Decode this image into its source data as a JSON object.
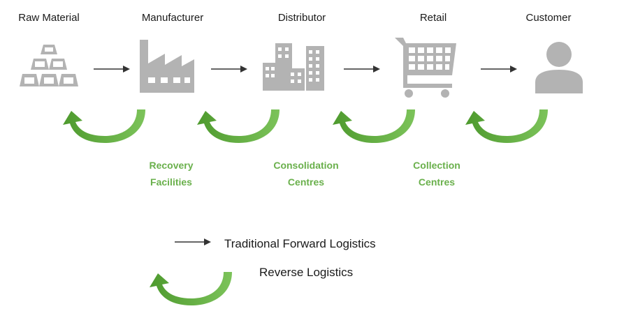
{
  "stages": [
    {
      "label": "Raw Material",
      "icon": "gold-bars-icon"
    },
    {
      "label": "Manufacturer",
      "icon": "factory-icon"
    },
    {
      "label": "Distributor",
      "icon": "buildings-icon"
    },
    {
      "label": "Retail",
      "icon": "shopping-cart-icon"
    },
    {
      "label": "Customer",
      "icon": "person-icon"
    }
  ],
  "facilities": [
    {
      "line1": "Recovery",
      "line2": "Facilities"
    },
    {
      "line1": "Consolidation",
      "line2": "Centres"
    },
    {
      "line1": "Collection",
      "line2": "Centres"
    }
  ],
  "legend": {
    "forward": "Traditional Forward Logistics",
    "reverse": "Reverse Logistics"
  },
  "colors": {
    "icon_gray": "#b3b3b3",
    "reverse_green": "#6ab04c",
    "forward_arrow": "#333333"
  }
}
